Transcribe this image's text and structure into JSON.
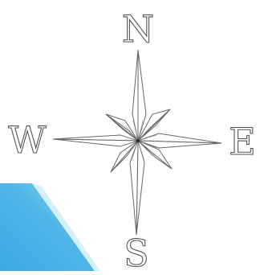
{
  "compass": {
    "north_label": "N",
    "south_label": "S",
    "east_label": "E",
    "west_label": "W"
  },
  "colors": {
    "background": "#ffffff",
    "paper_tint": "#f6f6f4",
    "stroke": "#666666",
    "letter_stroke": "#555555",
    "center": "#333333",
    "blue_corner": "#4fb6e8",
    "blue_corner_light": "#9fd9f3"
  }
}
